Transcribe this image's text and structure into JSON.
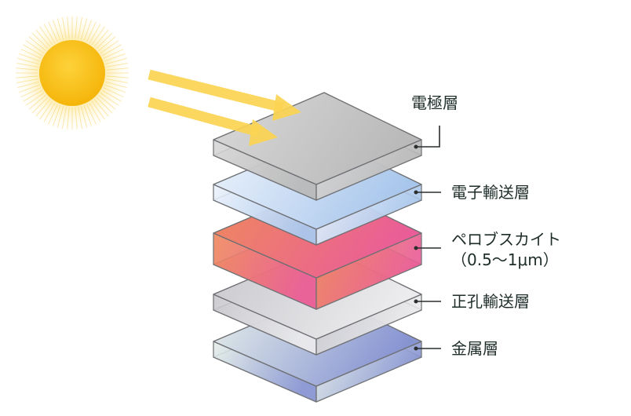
{
  "diagram": {
    "layers": [
      {
        "label": "電極層",
        "color_a": "#d9d9d9",
        "color_b": "#b9b9b9"
      },
      {
        "label": "電子輸送層",
        "color_a": "#eef4fc",
        "color_b": "#a8c6ec"
      },
      {
        "label": "ペロブスカイト",
        "sublabel": "（0.5〜1μm）",
        "color_a": "#ef8a5c",
        "color_b": "#ea5d98"
      },
      {
        "label": "正孔輸送層",
        "color_a": "#c8c8cd",
        "color_b": "#ececee"
      },
      {
        "label": "金属層",
        "color_a": "#e8f1ea",
        "color_b": "#8794d2"
      }
    ],
    "sun_color": "#f9c314",
    "ray_color": "#fbd453"
  }
}
